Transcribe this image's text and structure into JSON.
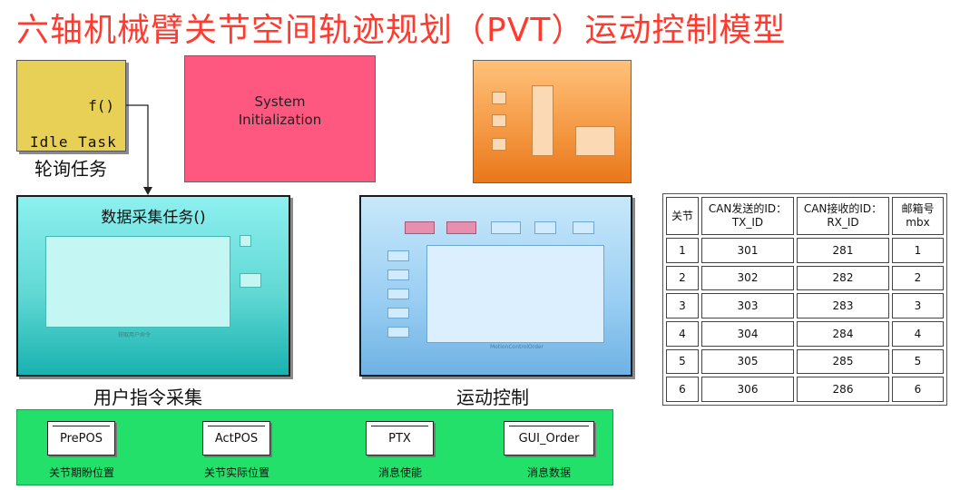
{
  "title": "六轴机械臂关节空间轨迹规划（PVT）运动控制模型",
  "idle_task": {
    "port_label": "f()",
    "name": "Idle Task",
    "caption": "轮询任务"
  },
  "system_init": {
    "label_line1": "System",
    "label_line2": "Initialization"
  },
  "data_task": {
    "title": "数据采集任务()",
    "inner_label": "获取用户命令",
    "caption": "用户指令采集"
  },
  "motion": {
    "inner_label": "MotionControlOrder",
    "caption": "运动控制"
  },
  "stores": [
    {
      "name": "PrePOS",
      "label": "关节期盼位置"
    },
    {
      "name": "ActPOS",
      "label": "关节实际位置"
    },
    {
      "name": "PTX",
      "label": "消息使能"
    },
    {
      "name": "GUI_Order",
      "label": "消息数据"
    }
  ],
  "can_table": {
    "headers": [
      "关节",
      "CAN发送的ID：TX_ID",
      "CAN接收的ID：RX_ID",
      "邮箱号mbx"
    ],
    "rows": [
      [
        "1",
        "301",
        "281",
        "1"
      ],
      [
        "2",
        "302",
        "282",
        "2"
      ],
      [
        "3",
        "303",
        "283",
        "3"
      ],
      [
        "4",
        "304",
        "284",
        "4"
      ],
      [
        "5",
        "305",
        "285",
        "5"
      ],
      [
        "6",
        "306",
        "286",
        "6"
      ]
    ]
  },
  "colors": {
    "title": "#ff3b30",
    "idle": "#e8cf55",
    "system_init": "#ff5880",
    "orange": "#f59a45",
    "data_block": "#60d8d4",
    "motion_block": "#98cdf2",
    "green_strip": "#22e06a"
  }
}
